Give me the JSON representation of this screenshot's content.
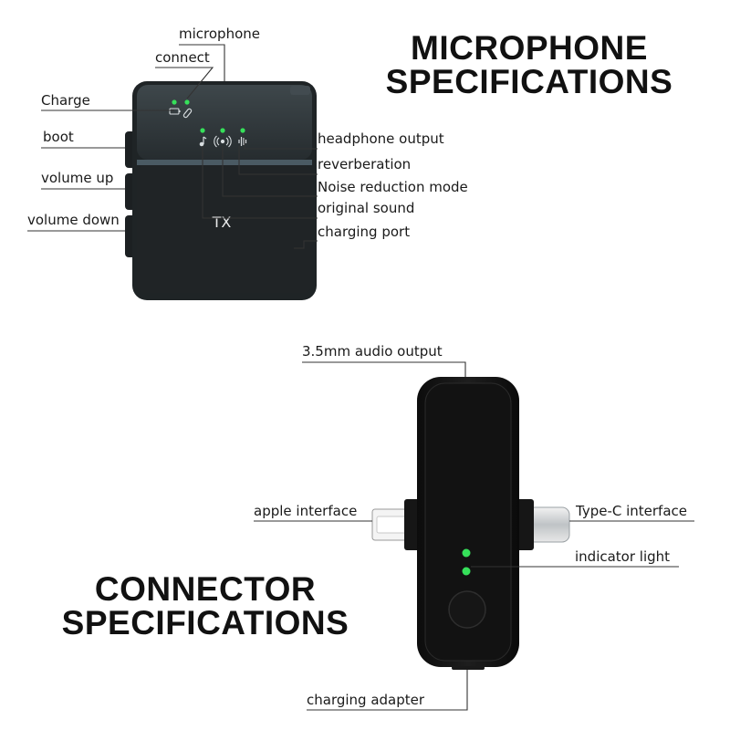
{
  "headings": {
    "microphone": [
      "MICROPHONE",
      "SPECIFICATIONS"
    ],
    "connector": [
      "CONNECTOR",
      "SPECIFICATIONS"
    ]
  },
  "microphone_labels": {
    "microphone": "microphone",
    "connect": "connect",
    "charge": "Charge",
    "boot": "boot",
    "volume_up": "volume up",
    "volume_down": "volume down",
    "headphone_output": "headphone output",
    "reverberation": "reverberation",
    "noise_reduction_mode": "Noise reduction mode",
    "original_sound": "original sound",
    "charging_port": "charging port"
  },
  "device_marking": "TX",
  "connector_labels": {
    "audio_output": "3.5mm audio output",
    "apple_interface": "apple interface",
    "type_c_interface": "Type-C interface",
    "indicator_light": "indicator light",
    "charging_adapter": "charging adapter"
  },
  "icons": {
    "charge": "battery-icon",
    "connect": "link-icon",
    "headphone_mode": "note-icon",
    "reverb_mode": "broadcast-icon",
    "noise_mode": "waveform-icon"
  },
  "colors": {
    "led": "#36e05a",
    "device_body": "#1f2426",
    "device_top": "#31393d",
    "leader_line": "#333333",
    "heading_text": "#111111"
  }
}
